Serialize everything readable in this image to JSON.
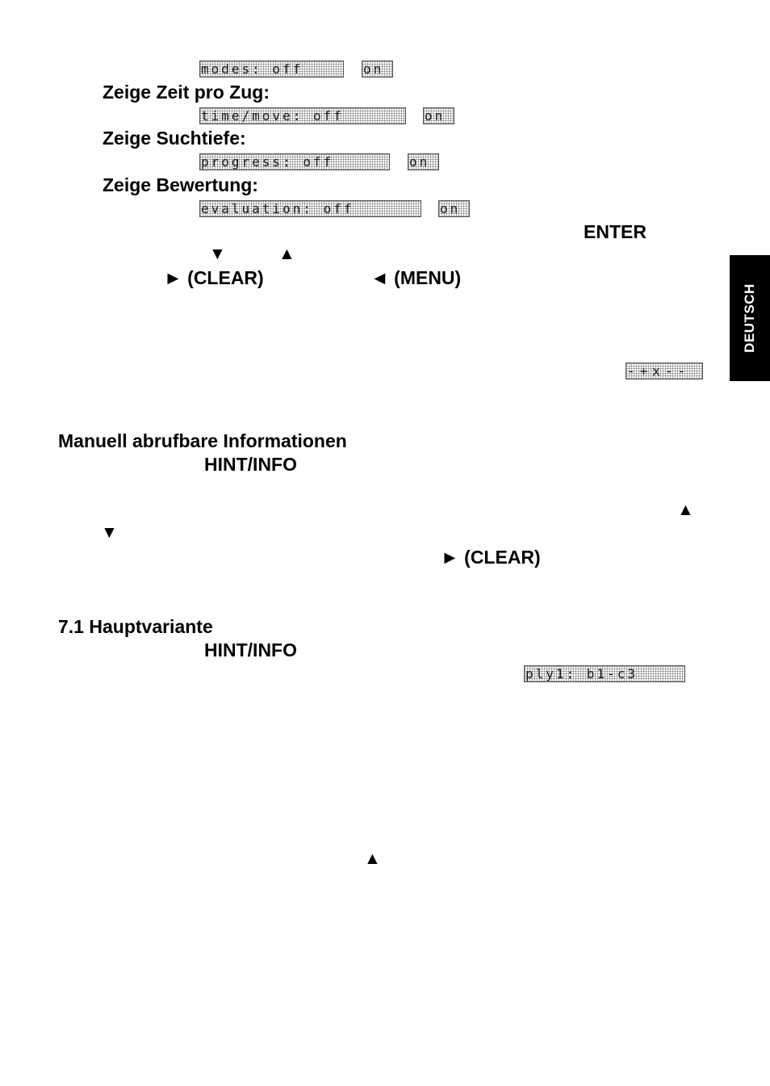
{
  "side_tab": {
    "label": "DEUTSCH"
  },
  "lcd": {
    "modes": [
      "modes: off",
      "on"
    ],
    "time_move": [
      "time/move: off",
      "on"
    ],
    "progress": [
      "progress: off",
      "on"
    ],
    "evaluation": [
      "evaluation: off",
      "on"
    ],
    "score": "-+x--",
    "ply": "ply1: b1-c3"
  },
  "headings": {
    "time_per_move": "Zeige Zeit pro Zug:",
    "search_depth": "Zeige Suchtiefe:",
    "evaluation": "Zeige Bewertung:",
    "manual_info": "Manuell abrufbare Informationen",
    "main_variant": "7.1 Hauptvariante"
  },
  "keys": {
    "enter": "ENTER",
    "down": "▼",
    "up": "▲",
    "clear": "► (CLEAR)",
    "menu": "◄ (MENU)",
    "hint_info": "HINT/INFO"
  }
}
